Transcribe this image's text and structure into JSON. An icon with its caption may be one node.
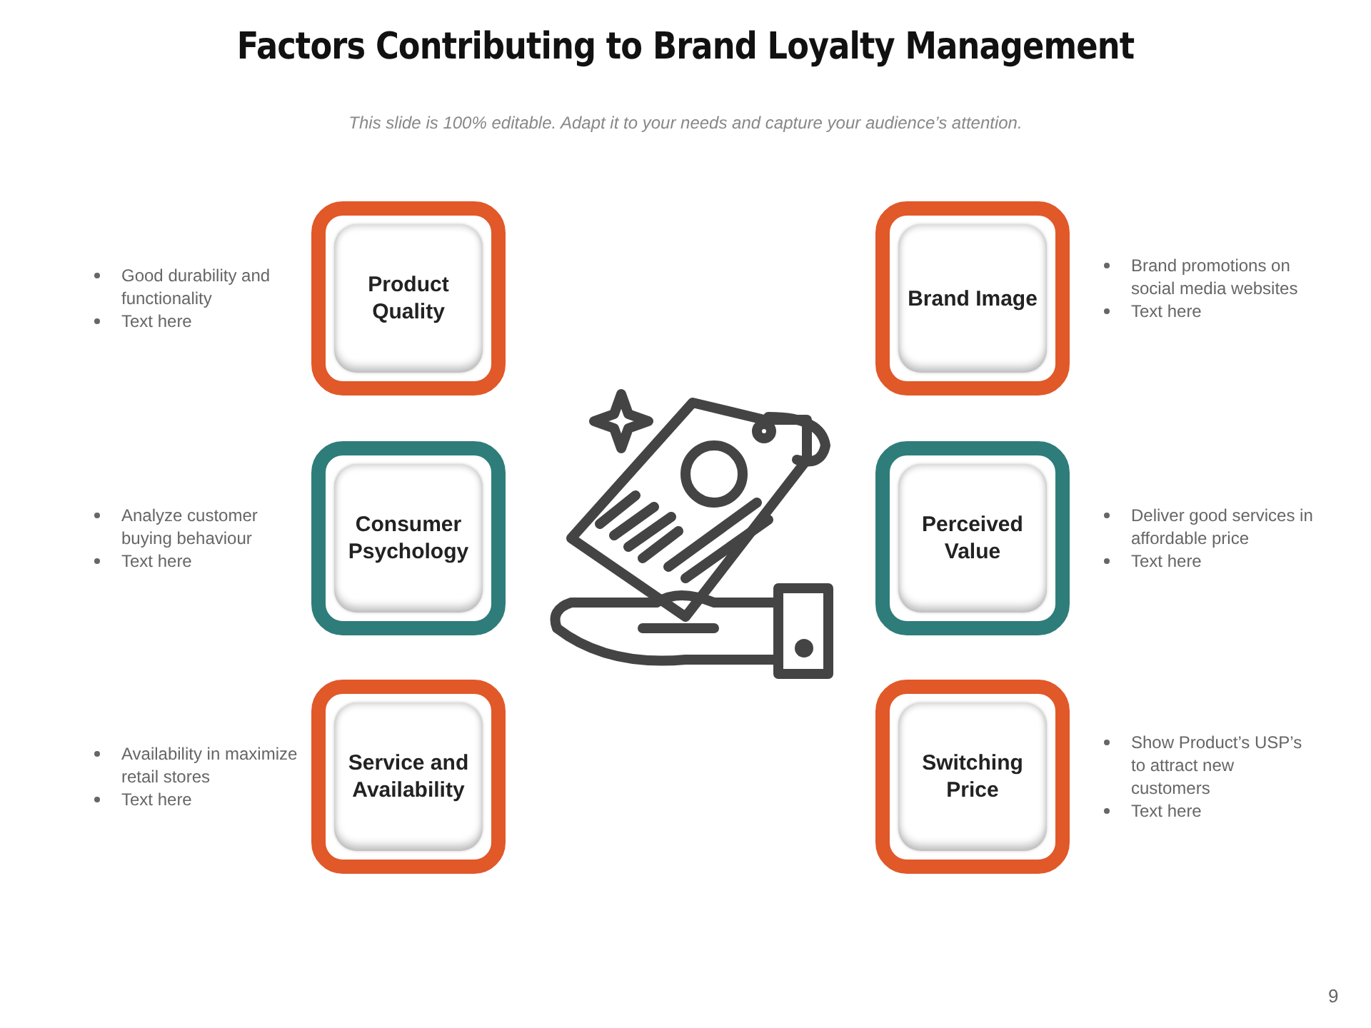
{
  "diagram": {
    "title": "Factors Contributing to Brand Loyalty Management",
    "nodes": [
      {
        "text": [
          "Product Quality"
        ],
        "beside": [
          "Good durability and functionality",
          "Text here"
        ]
      },
      {
        "text": [
          "Consumer Psychology"
        ],
        "beside": [
          "Analyze customer buying behaviour",
          "Text here"
        ]
      },
      {
        "text": [
          "Service and Availability"
        ],
        "beside": [
          "Availability in maximize retail stores",
          "Text here"
        ]
      },
      {
        "text": [
          "Brand Image"
        ],
        "beside": [
          "Brand promotions on social media websites",
          "Text here"
        ]
      },
      {
        "text": [
          "Perceived Value"
        ],
        "beside": [
          "Deliver good services in affordable price",
          "Text here"
        ]
      },
      {
        "text": [
          "Switching Price"
        ],
        "beside": [
          "Show Product’s USP’s to attract new customers",
          "Text here"
        ]
      }
    ],
    "labels": [
      "This slide is 100% editable. Adapt it to your needs and capture your audience’s attention.",
      "9"
    ]
  }
}
